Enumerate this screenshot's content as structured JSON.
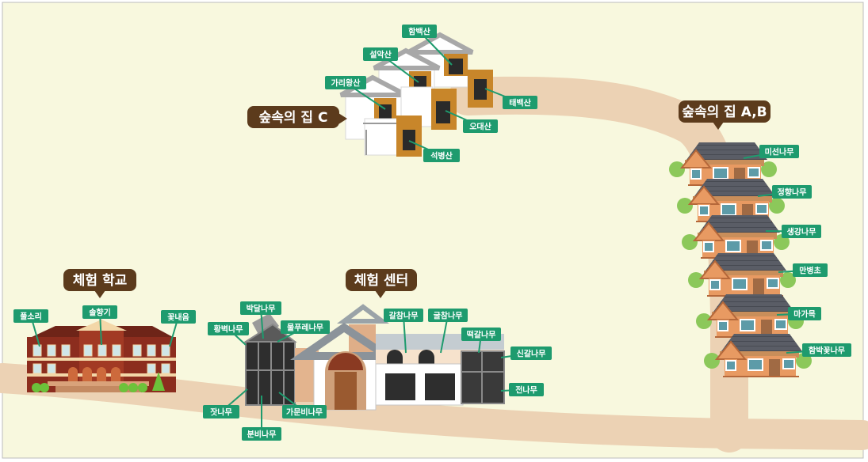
{
  "colors": {
    "background": "#f8f8de",
    "path": "#ecd2b4",
    "label_green": "#1e9b6e",
    "title_brown": "#5c3b1c",
    "border": "#bcbcbc"
  },
  "areas": {
    "house_c": {
      "title": "숲속의 집 C",
      "rooms": [
        "함백산",
        "설악산",
        "가리왕산",
        "태백산",
        "오대산",
        "석병산"
      ]
    },
    "house_ab": {
      "title": "숲속의 집 A,B",
      "rooms": [
        "미선나무",
        "정향나무",
        "생강나무",
        "만병초",
        "마가목",
        "함박꽃나무"
      ]
    },
    "school": {
      "title": "체험 학교",
      "rooms": [
        "풀소리",
        "솔향기",
        "꽃내음"
      ]
    },
    "center": {
      "title": "체험 센터",
      "rooms": [
        "박달나무",
        "황벽나무",
        "물푸레나무",
        "갈참나무",
        "굴참나무",
        "떡갈나무",
        "신갈나무",
        "전나무",
        "잣나무",
        "분비나무",
        "가문비나무"
      ]
    }
  }
}
